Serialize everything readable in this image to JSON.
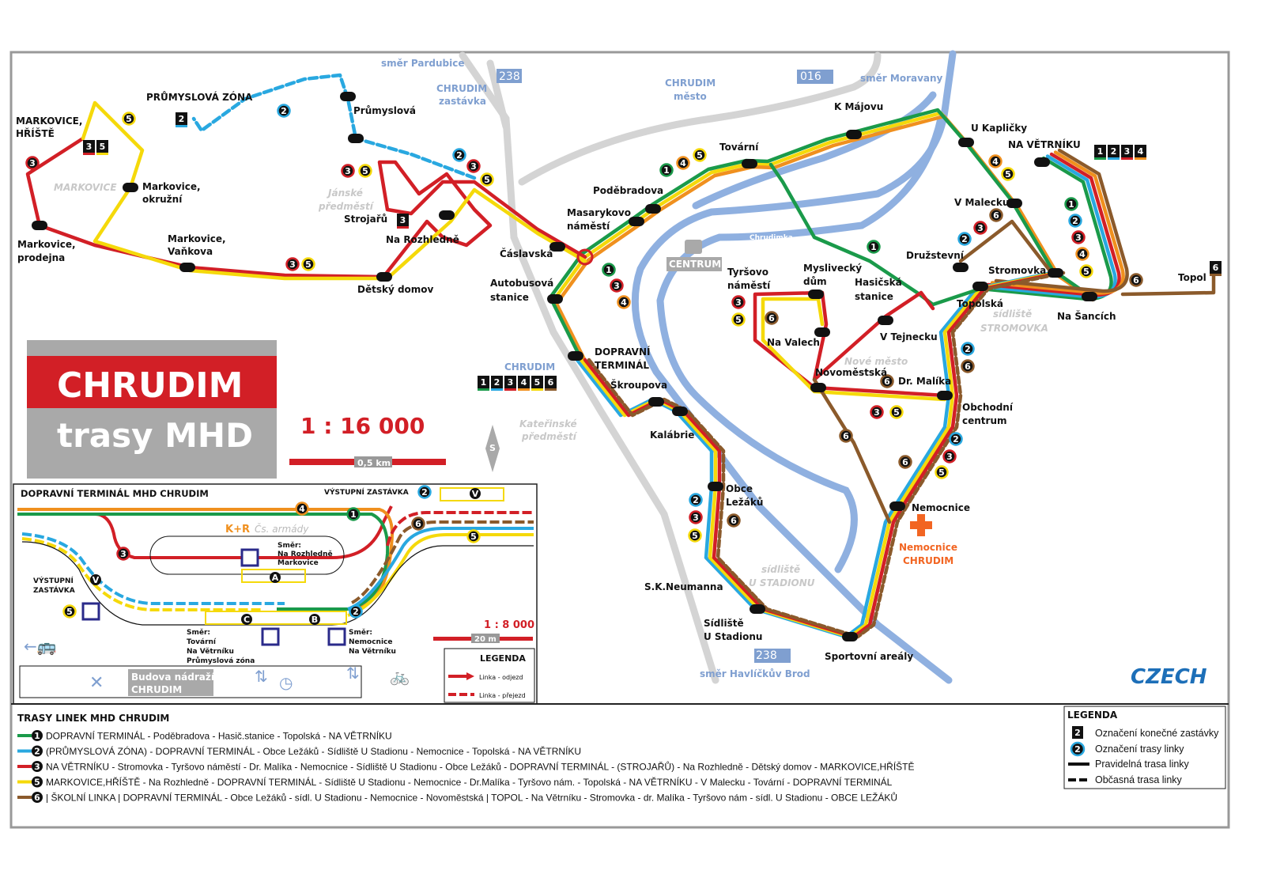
{
  "title": {
    "city": "CHRUDIM",
    "subtitle": "trasy MHD"
  },
  "scale": {
    "ratio": "1 : 16 000",
    "bar_label": "0,5 km",
    "north": "S"
  },
  "routes": [
    {
      "number": "1",
      "color": "#1a9a4a",
      "description": "DOPRAVNÍ TERMINÁL - Poděbradova - Hasič.stanice - Topolská - NA VĚTRNÍKU"
    },
    {
      "number": "2",
      "color": "#29a8e0",
      "description": "(PRŮMYSLOVÁ ZÓNA) - DOPRAVNÍ TERMINÁL - Obce Ležáků - Sídliště U Stadionu - Nemocnice - Topolská - NA VĚTRNÍKU"
    },
    {
      "number": "3",
      "color": "#d21f26",
      "description": "NA VĚTRNÍKU - Stromovka - Tyršovo náměstí - Dr. Malíka - Nemocnice - Sídliště U Stadionu - Obce Ležáků - DOPRAVNÍ TERMINÁL - (STROJAŘŮ) - Na Rozhledně - Dětský domov - MARKOVICE,HŘÍŠTĚ"
    },
    {
      "number": "4",
      "color": "#f0901e",
      "description": ""
    },
    {
      "number": "5",
      "color": "#f5d90a",
      "description": "MARKOVICE,HŘÍŠTĚ - Na Rozhledně - DOPRAVNÍ TERMINÁL - Sídliště U Stadionu - Nemocnice - Dr.Malíka - Tyršovo nám. - Topolská - NA VĚTRNÍKU - V Malecku - Tovární - DOPRAVNÍ TERMINÁL"
    },
    {
      "number": "6",
      "color": "#8b5a2b",
      "description": "| ŠKOLNÍ LINKA | DOPRAVNÍ TERMINÁL - Obce Ležáků - sídl. U Stadionu - Nemocnice - Novoměstská | TOPOL - Na Větrníku - Stromovka - dr. Malíka - Tyršovo nám - sídl. U Stadionu - OBCE LEŽÁKŮ"
    }
  ],
  "stops": [
    "PRŮMYSLOVÁ ZÓNA",
    "Průmyslová",
    "MARKOVICE,",
    "HŘÍŠTĚ",
    "Markovice,",
    "okružní",
    "Markovice,",
    "prodejna",
    "Markovice,",
    "Vaňkova",
    "Strojařů",
    "Na Rozhledně",
    "Dětský domov",
    "Čáslavská",
    "Autobusová",
    "stanice",
    "Masarykovo",
    "náměstí",
    "Poděbradova",
    "Tovární",
    "K Májovu",
    "U Kapličky",
    "NA VĚTRNÍKU",
    "V Malecku",
    "Družstevní",
    "Stromovka",
    "Topolská",
    "Na Šancích",
    "Topol",
    "Myslivecký",
    "dům",
    "Hasičská",
    "stanice",
    "Tyršovo",
    "náměstí",
    "Na Valech",
    "V Tejnecku",
    "Novoměstská",
    "Dr. Malíka",
    "Obchodní",
    "centrum",
    "DOPRAVNÍ",
    "TERMINÁL",
    "Škroupova",
    "Kalábrie",
    "Obce",
    "Ležáků",
    "Nemocnice",
    "S.K.Neumanna",
    "Sídliště",
    "U Stadionu",
    "Sportovní areály"
  ],
  "areas": [
    "MARKOVICE",
    "Jánské",
    "předměstí",
    "sídliště",
    "STROMOVKA",
    "Nové město",
    "Kateřinské",
    "předměstí",
    "sídliště",
    "U STADIONU",
    "CENTRUM"
  ],
  "blue_labels": [
    "směr Pardubice",
    "CHRUDIM",
    "zastávka",
    "238",
    "CHRUDIM",
    "město",
    "016",
    "směr Moravany",
    "CHRUDIM",
    "238",
    "směr Havlíčkův Brod",
    "Chrudimka",
    "Chrudimka"
  ],
  "hospital": [
    "Nemocnice",
    "CHRUDIM"
  ],
  "inset": {
    "title": "DOPRAVNÍ TERMINÁL MHD CHRUDIM",
    "exit_stop_top": "VÝSTUPNÍ ZASTÁVKA",
    "exit_stop_left": [
      "VÝSTUPNÍ",
      "ZASTÁVKA"
    ],
    "kr": "K+R",
    "street": "Čs. armády",
    "dir_a": [
      "Směr:",
      "Na Rozhledně",
      "Markovice"
    ],
    "dir_c": [
      "Směr:",
      "Tovární",
      "Na Větrníku",
      "Průmyslová zóna"
    ],
    "dir_b": [
      "Směr:",
      "Nemocnice",
      "Na Větrníku"
    ],
    "platforms": [
      "A",
      "B",
      "C",
      "V",
      "V"
    ],
    "building": [
      "Budova nádraží",
      "CHRUDIM"
    ],
    "scale": "1 : 8 000",
    "scale_bar": "20 m",
    "legend_title": "LEGENDA",
    "legend": [
      "Linka - odjezd",
      "Linka - přejezd"
    ]
  },
  "routes_title": "TRASY LINEK MHD CHRUDIM",
  "legend": {
    "title": "LEGENDA",
    "items": [
      "Označení konečné zastávky",
      "Označení trasy linky",
      "Pravidelná trasa linky",
      "Občasná trasa linky"
    ]
  },
  "brand": "CZECH"
}
